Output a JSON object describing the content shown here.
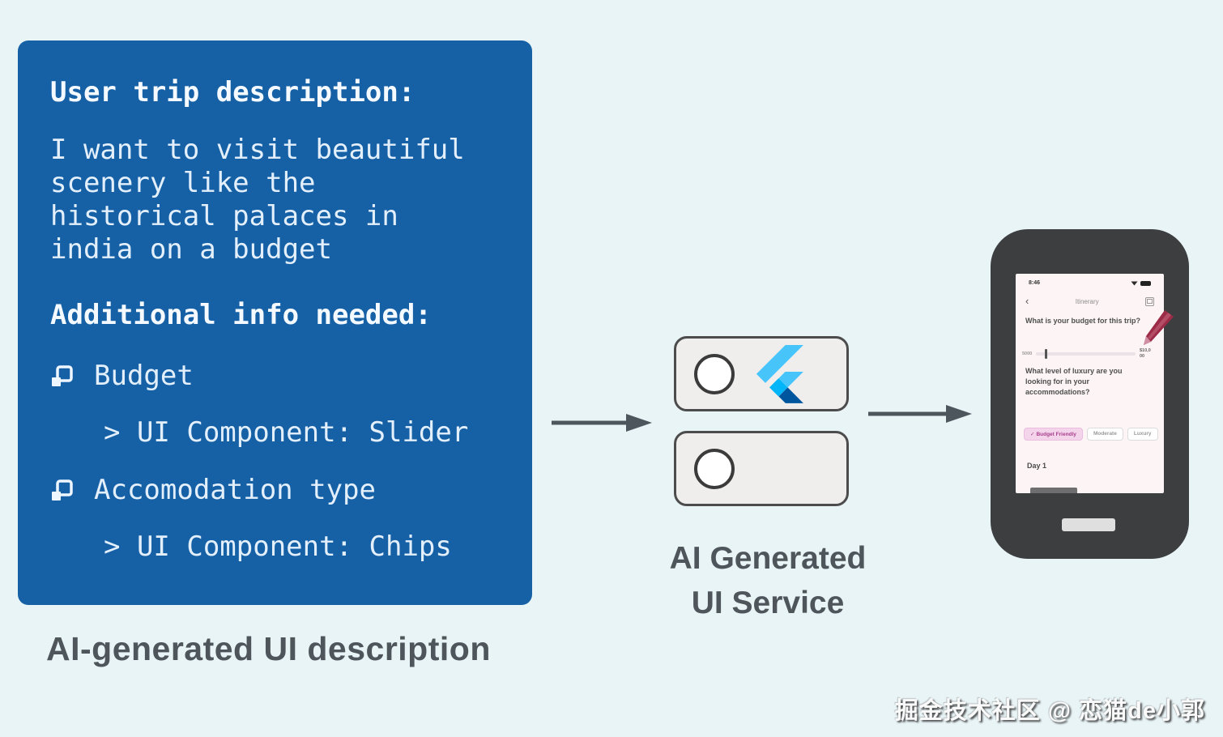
{
  "colors": {
    "background": "#e9f4f7",
    "card_blue": "#1660a6",
    "card_text": "#e3f0fc",
    "caption_gray": "#4e565b",
    "box_fill": "#f0eeec",
    "box_border": "#4c4c4c",
    "phone_body": "#3c3e40",
    "phone_screen": "#fdf4f6",
    "chip_selected_bg": "#f3d4ea",
    "chip_selected_text": "#a8408f",
    "pen_red": "#9c2b47",
    "flutter_light": "#47C5FB",
    "flutter_mid": "#00B5F8",
    "flutter_dark": "#00569E"
  },
  "description_card": {
    "title": "User trip description:",
    "body_lines": [
      "I want to visit beautiful",
      "scenery like the",
      "historical palaces in",
      "india on a budget"
    ],
    "subtitle": "Additional info needed:",
    "items": [
      {
        "label": "Budget",
        "component": "> UI Component: Slider"
      },
      {
        "label": "Accomodation type",
        "component": "> UI Component: Chips"
      }
    ],
    "caption": "AI-generated UI description"
  },
  "service": {
    "caption_line1": "AI Generated",
    "caption_line2": "UI Service"
  },
  "phone": {
    "status_time": "8:46",
    "back_glyph": "‹",
    "nav_title": "Itinerary",
    "question_budget": "What is your budget for this trip?",
    "slider_min_label": "5000",
    "slider_max_label_lines": [
      "$10,0",
      "00"
    ],
    "question_luxury": "What level of luxury are you looking for in your accommodations?",
    "chips": [
      {
        "icon": "✓",
        "label": "Budget Friendly"
      },
      {
        "label": "Moderate"
      },
      {
        "label": "Luxury"
      }
    ],
    "day_label": "Day 1"
  },
  "watermark": "掘金技术社区 @ 恋猫de小郭"
}
